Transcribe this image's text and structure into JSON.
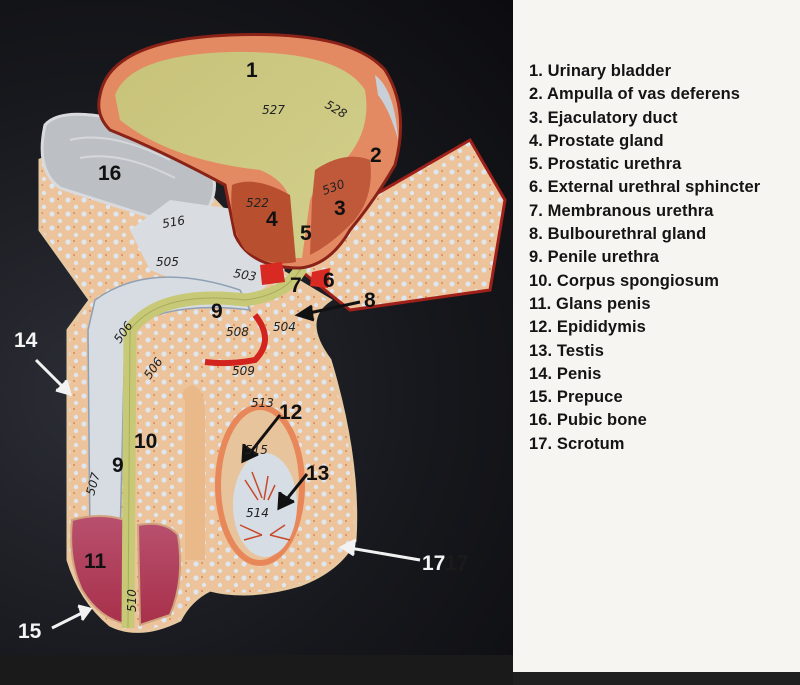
{
  "image": {
    "description": "Anatomical model of male reproductive system, sagittal section, with numbered labels",
    "background_color": "#111216",
    "panel_color": "#f6f5f2"
  },
  "legend": {
    "items": [
      {
        "num": "1",
        "text": "1. Urinary bladder"
      },
      {
        "num": "2",
        "text": "2. Ampulla of vas deferens"
      },
      {
        "num": "3",
        "text": "3. Ejaculatory duct"
      },
      {
        "num": "4",
        "text": "4. Prostate gland"
      },
      {
        "num": "5",
        "text": "5. Prostatic urethra"
      },
      {
        "num": "6",
        "text": "6. External urethral sphincter"
      },
      {
        "num": "7",
        "text": "7. Membranous urethra"
      },
      {
        "num": "8",
        "text": "8. Bulbourethral gland"
      },
      {
        "num": "9",
        "text": "9. Penile urethra"
      },
      {
        "num": "10",
        "text": "10. Corpus spongiosum"
      },
      {
        "num": "11",
        "text": "11. Glans penis"
      },
      {
        "num": "12",
        "text": "12. Epididymis"
      },
      {
        "num": "13",
        "text": "13. Testis"
      },
      {
        "num": "14",
        "text": "14. Penis"
      },
      {
        "num": "15",
        "text": "15. Prepuce"
      },
      {
        "num": "16",
        "text": "16. Pubic bone"
      },
      {
        "num": "17",
        "text": "17. Scrotum"
      }
    ]
  },
  "callouts": {
    "n1": "1",
    "n2": "2",
    "n3": "3",
    "n4": "4",
    "n5": "5",
    "n6": "6",
    "n7": "7",
    "n8": "8",
    "n9a": "9",
    "n9b": "9",
    "n10": "10",
    "n11": "11",
    "n12": "12",
    "n13": "13",
    "n14": "14",
    "n15": "15",
    "n16": "16",
    "n17": "17",
    "n17shadow": "17"
  },
  "model_codes": {
    "c527": "527",
    "c528": "528",
    "c530": "530",
    "c522": "522",
    "c516": "516",
    "c505": "505",
    "c503": "503",
    "c508": "508",
    "c504": "504",
    "c509": "509",
    "c506a": "506",
    "c506b": "506",
    "c507": "507",
    "c513": "513",
    "c515": "515",
    "c514": "514",
    "c510": "510"
  },
  "colors": {
    "bladder_wall": "#e48a62",
    "bladder_lumen": "#c9c57a",
    "prostate": "#b8502f",
    "urethra": "#c8c977",
    "tissue": "#eec49a",
    "glans": "#c24a64",
    "bone": "#b9bcc0",
    "sphincter": "#d82a22"
  }
}
